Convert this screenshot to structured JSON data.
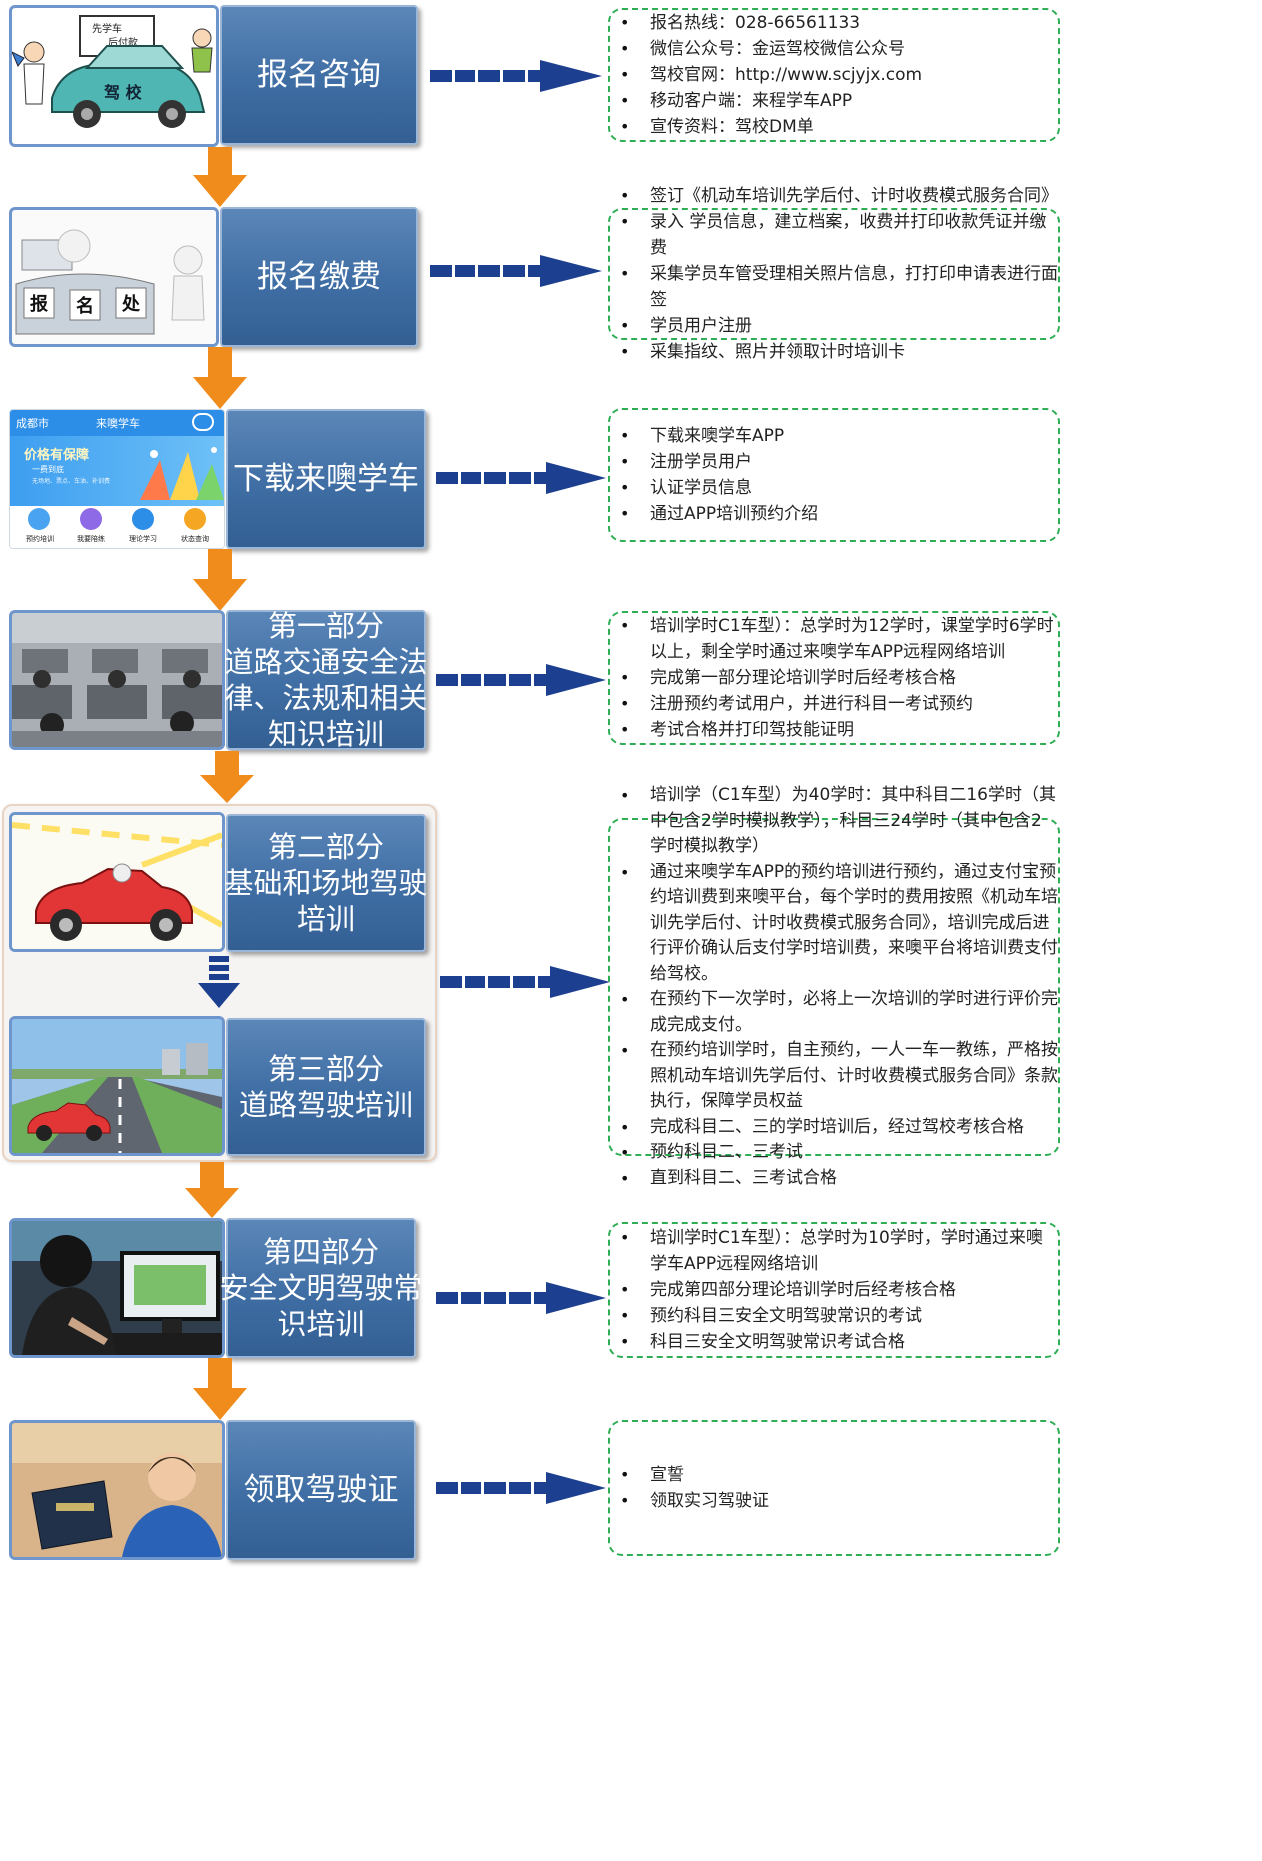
{
  "colors": {
    "step_fill": "#3f6ea4",
    "thumb_border": "#6f96cc",
    "detail_border": "#2fae55",
    "down_arrow": "#f08c1c",
    "right_arrow": "#1c3f8f"
  },
  "steps": [
    {
      "id": "s1",
      "title_lines": [
        "报名咨询"
      ],
      "thumb": {
        "sign_line1": "先学车",
        "sign_line2": "后付款",
        "car_text": "驾 校"
      },
      "details": [
        "报名热线：028-66561133",
        "微信公众号：金运驾校微信公众号",
        "驾校官网：http://www.scjyjx.com",
        "移动客户端：来程学车APP",
        "宣传资料：驾校DM单"
      ]
    },
    {
      "id": "s2",
      "title_lines": [
        "报名缴费"
      ],
      "thumb": {
        "desk_chars": [
          "报",
          "名",
          "处"
        ]
      },
      "details": [
        "签订《机动车培训先学后付、计时收费模式服务合同》",
        "录入 学员信息，建立档案，收费并打印收款凭证并缴费",
        "采集学员车管受理相关照片信息，打打印申请表进行面签",
        "学员用户注册",
        "采集指纹、照片并领取计时培训卡"
      ]
    },
    {
      "id": "s3",
      "title_lines": [
        "下载来噢学车"
      ],
      "thumb": {
        "city": "成都市",
        "app_title": "来噢学车",
        "banner_title": "价格有保障",
        "banner_sub": "一费到底",
        "banner_small": "无场地、票点、车油、补训费",
        "icons": [
          "预约培训",
          "我要陪练",
          "理论学习",
          "状态查询"
        ]
      },
      "details": [
        "下载来噢学车APP",
        "注册学员用户",
        "认证学员信息",
        "通过APP培训预约介绍"
      ]
    },
    {
      "id": "s4",
      "title_lines": [
        "第一部分",
        "道路交通安全法",
        "律、法规和相关",
        "知识培训"
      ],
      "details": [
        "培训学时C1车型）：总学时为12学时，课堂学时6学时以上，剩全学时通过来噢学车APP远程网络培训",
        "完成第一部分理论培训学时后经考核合格",
        "注册预约考试用户，并进行科目一考试预约",
        "考试合格并打印驾技能证明"
      ]
    },
    {
      "id": "s5",
      "title_lines": [
        "第二部分",
        "基础和场地驾驶",
        "培训"
      ]
    },
    {
      "id": "s6",
      "title_lines": [
        "第三部分",
        "道路驾驶培训"
      ],
      "details": [
        "培训学（C1车型）为40学时：其中科目二16学时（其中包含2学时模拟教学），科目三24学时（其中包含2学时模拟教学）",
        "通过来噢学车APP的预约培训进行预约，通过支付宝预约培训费到来噢平台，每个学时的费用按照《机动车培训先学后付、计时收费模式服务合同》，培训完成后进行评价确认后支付学时培训费，来噢平台将培训费支付给驾校。",
        "在预约下一次学时，必将上一次培训的学时进行评价完成完成支付。",
        "在预约培训学时，自主预约，一人一车一教练，严格按照机动车培训先学后付、计时收费模式服务合同》条款执行，保障学员权益",
        "完成科目二、三的学时培训后，经过驾校考核合格",
        "预约科目二、三考试",
        "直到科目二、三考试合格"
      ]
    },
    {
      "id": "s7",
      "title_lines": [
        "第四部分",
        "安全文明驾驶常",
        "识培训"
      ],
      "details": [
        "培训学时C1车型）：总学时为10学时，学时通过来噢学车APP远程网络培训",
        "完成第四部分理论培训学时后经考核合格",
        "预约科目三安全文明驾驶常识的考试",
        "科目三安全文明驾驶常识考试合格"
      ]
    },
    {
      "id": "s8",
      "title_lines": [
        "领取驾驶证"
      ],
      "details": [
        "宣誓",
        "领取实习驾驶证"
      ]
    }
  ]
}
